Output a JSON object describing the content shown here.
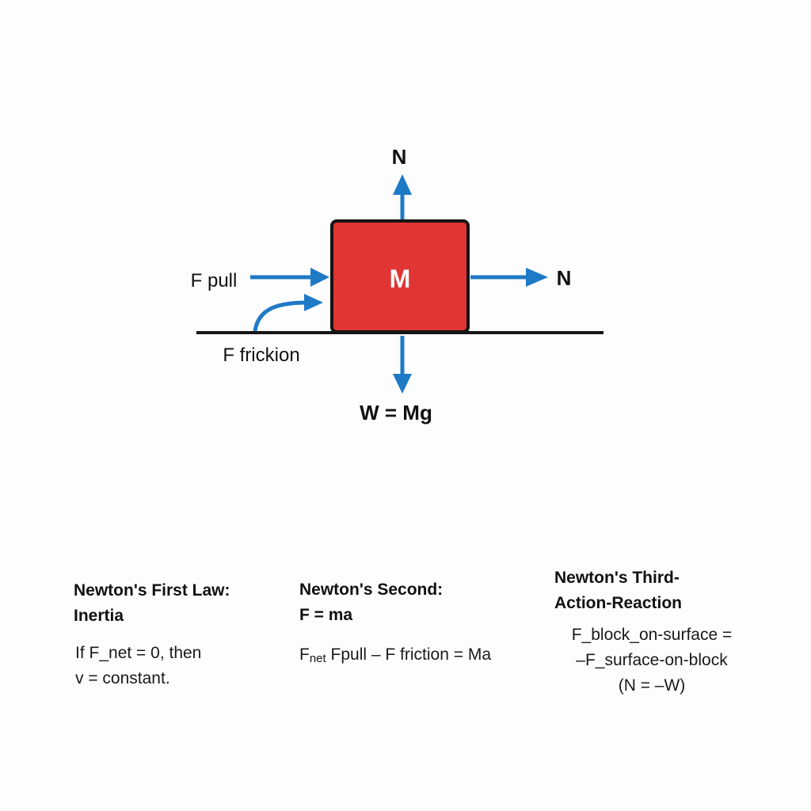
{
  "colors": {
    "block_fill": "#e03532",
    "block_stroke": "#151515",
    "arrow": "#1f7ac6",
    "surface": "#151515",
    "text": "#111111"
  },
  "diagram": {
    "block_label": "M",
    "label_normal_top": "N",
    "label_right": "N",
    "label_pull": "F pull",
    "label_friction": "F frickion",
    "label_weight": "W = Mg"
  },
  "laws": {
    "first": {
      "title_line1": "Newton's First Law:",
      "title_line2": "Inertia",
      "body_line1": "If F_net = 0, then",
      "body_line2": "v = constant."
    },
    "second": {
      "title_line1": "Newton's Second:",
      "title_line2": "F = ma",
      "body_prefix": "F",
      "body_sub": "net",
      "body_rest": " Fpull – F friction = Ma"
    },
    "third": {
      "title_line1": "Newton's Third-",
      "title_line2": "Action-Reaction",
      "body_line1": "F_block_on-surface =",
      "body_line2": "–F_surface-on-block",
      "body_line3": "(N = –W)"
    }
  }
}
